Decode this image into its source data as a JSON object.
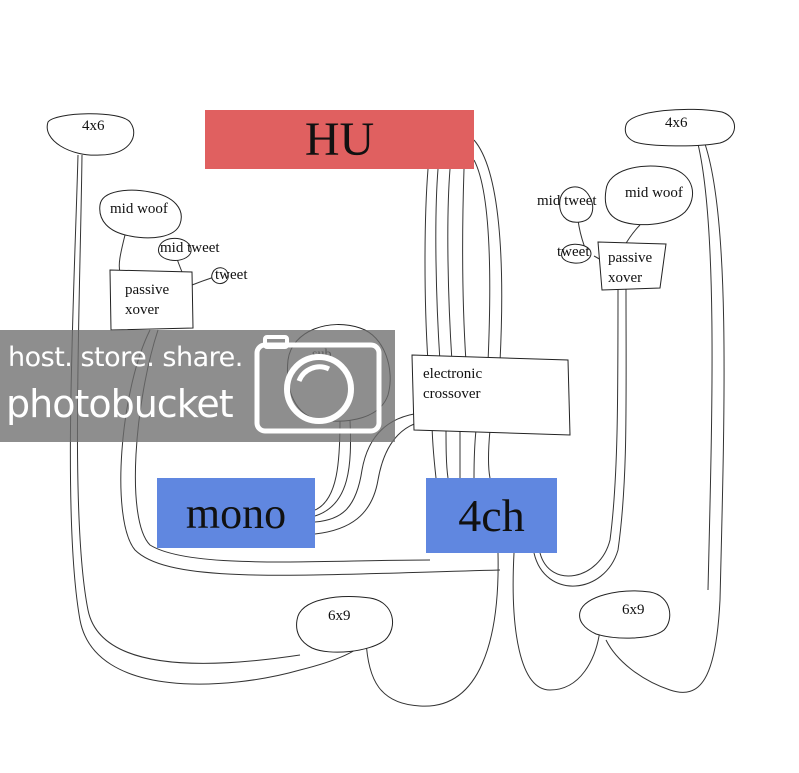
{
  "components": {
    "hu": {
      "label": "HU",
      "color": "#e06060"
    },
    "mono": {
      "label": "mono",
      "color": "#6087e0"
    },
    "four_ch": {
      "label": "4ch",
      "color": "#6087e0"
    },
    "electronic_crossover": {
      "line1": "electronic",
      "line2": "crossover"
    },
    "sub": {
      "label": "sub"
    },
    "left": {
      "spk_4x6": "4x6",
      "mid_woof": "mid woof",
      "mid_tweet": "mid tweet",
      "tweet": "tweet",
      "passive_xover_line1": "passive",
      "passive_xover_line2": "xover",
      "spk_6x9": "6x9"
    },
    "right": {
      "spk_4x6": "4x6",
      "mid_tweet": "mid tweet",
      "mid_woof": "mid woof",
      "tweet": "tweet",
      "passive_xover_line1": "passive",
      "passive_xover_line2": "xover",
      "spk_6x9": "6x9"
    }
  },
  "watermark": {
    "line1": "host. store. share.",
    "line2": "photobucket"
  }
}
